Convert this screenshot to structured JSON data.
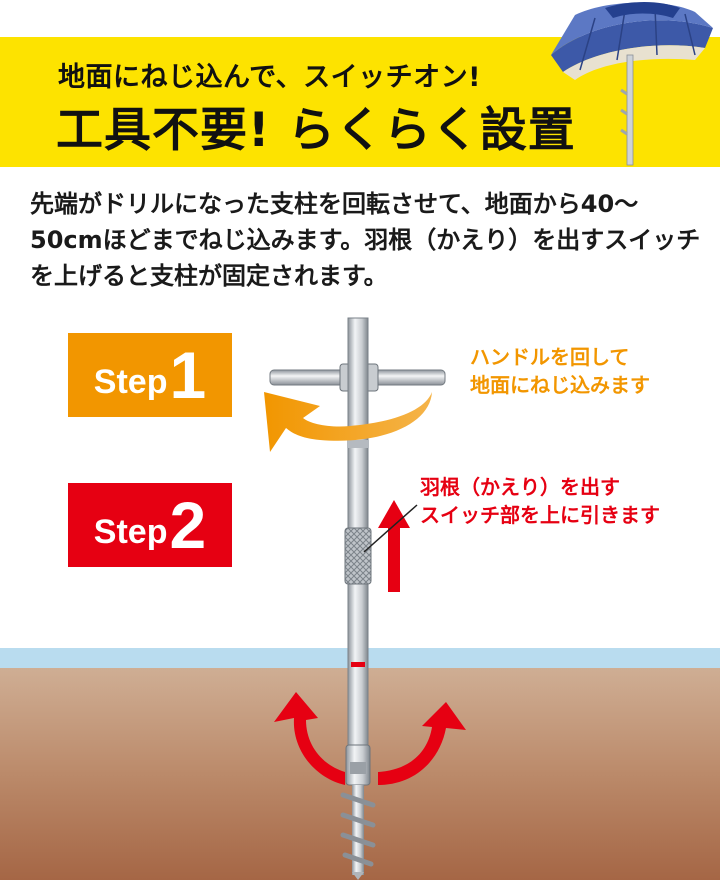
{
  "banner": {
    "subtitle": "地面にねじ込んで、スイッチオン!",
    "title": "工具不要! らくらく設置"
  },
  "description": {
    "lines": [
      "先端がドリルになった支柱を回転させて、地面から40～",
      "50cmほどまでねじ込みます。羽根（かえり）を出すスイッチ",
      "を上げると支柱が固定されます。"
    ]
  },
  "steps": [
    {
      "word": "Step",
      "number": "1",
      "color": "#f29600",
      "note_lines": [
        "ハンドルを回して",
        "地面にねじ込みます"
      ]
    },
    {
      "word": "Step",
      "number": "2",
      "color": "#e60012",
      "note_lines": [
        "羽根（かえり）を出す",
        "スイッチ部を上に引きます"
      ]
    }
  ],
  "colors": {
    "banner": "#fde300",
    "ground_top": "#c8a487",
    "ground_bottom": "#a8694a",
    "water": "#b9dcef"
  },
  "icons": [
    "umbrella-icon",
    "rotate-arrow-icon",
    "up-arrow-icon",
    "twist-arrow-icon"
  ]
}
